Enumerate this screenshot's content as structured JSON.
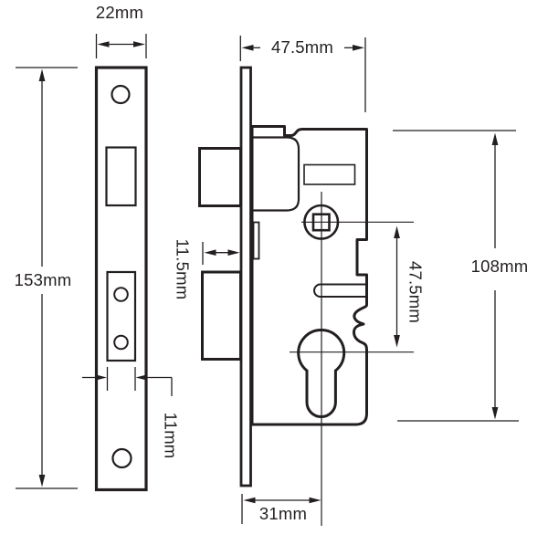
{
  "diagram": {
    "type": "technical-drawing",
    "subject": "Mortice euro-profile sashlock case and faceplate dimension diagram",
    "background_color": "#ffffff",
    "line_color": "#231f20"
  },
  "dimensions": {
    "faceplate_width": "22mm",
    "case_depth": "47.5mm",
    "faceplate_height": "153mm",
    "latch_protrusion": "11.5mm",
    "centres": "47.5mm",
    "case_height": "108mm",
    "slot_width": "11mm",
    "backset": "31mm"
  }
}
